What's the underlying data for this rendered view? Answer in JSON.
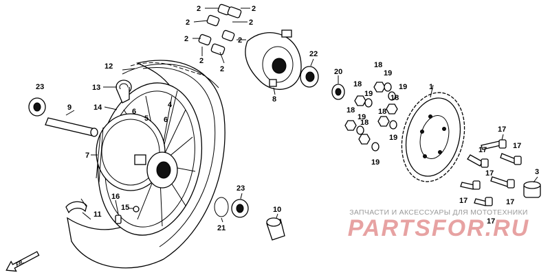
{
  "parts": [
    {
      "id": "1"
    },
    {
      "id": "2"
    },
    {
      "id": "3"
    },
    {
      "id": "4"
    },
    {
      "id": "5"
    },
    {
      "id": "6"
    },
    {
      "id": "7"
    },
    {
      "id": "8"
    },
    {
      "id": "9"
    },
    {
      "id": "10"
    },
    {
      "id": "11"
    },
    {
      "id": "12"
    },
    {
      "id": "13"
    },
    {
      "id": "14"
    },
    {
      "id": "15"
    },
    {
      "id": "16"
    },
    {
      "id": "17"
    },
    {
      "id": "18"
    },
    {
      "id": "19"
    },
    {
      "id": "20"
    },
    {
      "id": "21"
    },
    {
      "id": "22"
    },
    {
      "id": "23"
    }
  ],
  "direction_marker": "FR.",
  "watermark": {
    "subtitle": "ЗАПЧАСТИ И АКСЕССУАРЫ ДЛЯ МОТОТЕХНИКИ",
    "brand": "PARTSFOR.RU"
  },
  "colors": {
    "line": "#000000",
    "watermark_brand": "#e7a2a2",
    "watermark_text": "#9a9a9a"
  }
}
